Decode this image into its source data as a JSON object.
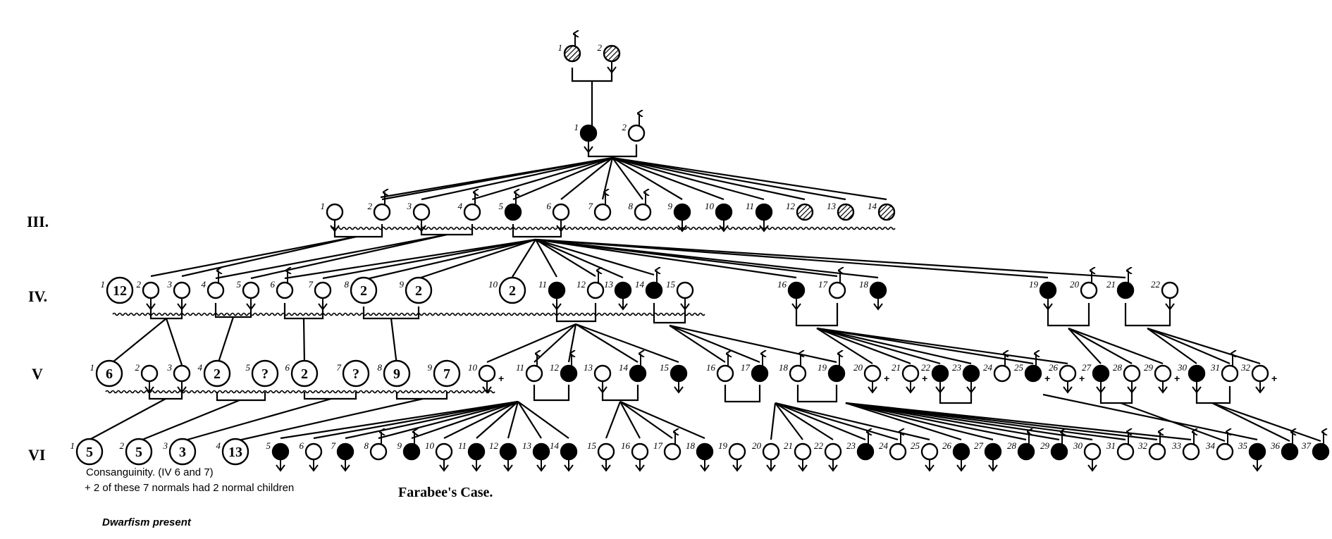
{
  "generation_labels": {
    "III": "III.",
    "IV": "IV.",
    "V": "V",
    "VI": "VI"
  },
  "legend": {
    "consanguinity": "Consanguinity. (IV 6 and 7)",
    "note": "+ 2 of these 7 normals had 2 normal children",
    "dwarfism": "Dwarfism present"
  },
  "caption": "Farabee's Case.",
  "colors": {
    "ink": "#000000",
    "paper": "#ffffff"
  },
  "generations": {
    "I": [
      {
        "n": "1",
        "sex": "male",
        "status": "hatched"
      },
      {
        "n": "2",
        "sex": "female",
        "status": "hatched"
      }
    ],
    "II": [
      {
        "n": "1",
        "sex": "female",
        "status": "affected"
      },
      {
        "n": "2",
        "sex": "male",
        "status": "normal"
      }
    ],
    "III": [
      {
        "n": "1",
        "sex": "female",
        "status": "normal"
      },
      {
        "n": "2",
        "sex": "male",
        "status": "normal"
      },
      {
        "n": "3",
        "sex": "female",
        "status": "normal"
      },
      {
        "n": "4",
        "sex": "male",
        "status": "normal"
      },
      {
        "n": "5",
        "sex": "male",
        "status": "affected"
      },
      {
        "n": "6",
        "sex": "female",
        "status": "normal"
      },
      {
        "n": "7",
        "sex": "male",
        "status": "normal"
      },
      {
        "n": "8",
        "sex": "male",
        "status": "normal"
      },
      {
        "n": "9",
        "sex": "female",
        "status": "affected"
      },
      {
        "n": "10",
        "sex": "female",
        "status": "affected"
      },
      {
        "n": "11",
        "sex": "female",
        "status": "affected"
      },
      {
        "n": "12",
        "sex": "unknown",
        "status": "hatched"
      },
      {
        "n": "13",
        "sex": "unknown",
        "status": "hatched"
      },
      {
        "n": "14",
        "sex": "unknown",
        "status": "hatched"
      }
    ],
    "IV": [
      {
        "n": "1",
        "sex": "group",
        "status": "group",
        "count": "12"
      },
      {
        "n": "2",
        "sex": "female",
        "status": "normal"
      },
      {
        "n": "3",
        "sex": "female",
        "status": "normal"
      },
      {
        "n": "4",
        "sex": "male",
        "status": "normal"
      },
      {
        "n": "5",
        "sex": "female",
        "status": "normal"
      },
      {
        "n": "6",
        "sex": "male",
        "status": "normal"
      },
      {
        "n": "7",
        "sex": "female",
        "status": "normal"
      },
      {
        "n": "8",
        "sex": "group",
        "status": "group",
        "count": "2"
      },
      {
        "n": "9",
        "sex": "group",
        "status": "group",
        "count": "2"
      },
      {
        "n": "10",
        "sex": "group",
        "status": "group",
        "count": "2"
      },
      {
        "n": "11",
        "sex": "female",
        "status": "affected"
      },
      {
        "n": "12",
        "sex": "male",
        "status": "normal"
      },
      {
        "n": "13",
        "sex": "female",
        "status": "affected"
      },
      {
        "n": "14",
        "sex": "male",
        "status": "affected"
      },
      {
        "n": "15",
        "sex": "female",
        "status": "normal"
      },
      {
        "n": "16",
        "sex": "female",
        "status": "affected"
      },
      {
        "n": "17",
        "sex": "male",
        "status": "normal"
      },
      {
        "n": "18",
        "sex": "female",
        "status": "affected"
      },
      {
        "n": "19",
        "sex": "female",
        "status": "affected"
      },
      {
        "n": "20",
        "sex": "male",
        "status": "normal"
      },
      {
        "n": "21",
        "sex": "male",
        "status": "affected"
      },
      {
        "n": "22",
        "sex": "female",
        "status": "normal"
      }
    ],
    "V": [
      {
        "n": "1",
        "sex": "group",
        "status": "group",
        "count": "6"
      },
      {
        "n": "2",
        "sex": "female",
        "status": "normal"
      },
      {
        "n": "3",
        "sex": "female",
        "status": "normal"
      },
      {
        "n": "4",
        "sex": "group",
        "status": "group",
        "count": "2"
      },
      {
        "n": "5",
        "sex": "group",
        "status": "group",
        "count": "?"
      },
      {
        "n": "6",
        "sex": "group",
        "status": "group",
        "count": "2"
      },
      {
        "n": "7",
        "sex": "group",
        "status": "group",
        "count": "?"
      },
      {
        "n": "8",
        "sex": "group",
        "status": "group",
        "count": "9"
      },
      {
        "n": "9",
        "sex": "group",
        "status": "group",
        "count": "7"
      },
      {
        "n": "10",
        "sex": "female",
        "status": "normal",
        "plus": "+"
      },
      {
        "n": "11",
        "sex": "male",
        "status": "normal"
      },
      {
        "n": "12",
        "sex": "male",
        "status": "affected"
      },
      {
        "n": "13",
        "sex": "female",
        "status": "normal"
      },
      {
        "n": "14",
        "sex": "male",
        "status": "affected"
      },
      {
        "n": "15",
        "sex": "female",
        "status": "affected"
      },
      {
        "n": "16",
        "sex": "male",
        "status": "normal"
      },
      {
        "n": "17",
        "sex": "male",
        "status": "affected"
      },
      {
        "n": "18",
        "sex": "male",
        "status": "normal"
      },
      {
        "n": "19",
        "sex": "male",
        "status": "affected"
      },
      {
        "n": "20",
        "sex": "female",
        "status": "normal",
        "plus": "+"
      },
      {
        "n": "21",
        "sex": "female",
        "status": "normal",
        "plus": "+"
      },
      {
        "n": "22",
        "sex": "female",
        "status": "affected"
      },
      {
        "n": "23",
        "sex": "female",
        "status": "affected"
      },
      {
        "n": "24",
        "sex": "male",
        "status": "normal"
      },
      {
        "n": "25",
        "sex": "male",
        "status": "affected",
        "plus": "+"
      },
      {
        "n": "26",
        "sex": "female",
        "status": "normal",
        "plus": "+"
      },
      {
        "n": "27",
        "sex": "female",
        "status": "affected"
      },
      {
        "n": "28",
        "sex": "female",
        "status": "normal"
      },
      {
        "n": "29",
        "sex": "female",
        "status": "normal",
        "plus": "+"
      },
      {
        "n": "30",
        "sex": "female",
        "status": "affected"
      },
      {
        "n": "31",
        "sex": "male",
        "status": "normal"
      },
      {
        "n": "32",
        "sex": "female",
        "status": "normal",
        "plus": "+"
      }
    ],
    "VI": [
      {
        "n": "1",
        "sex": "group",
        "status": "group",
        "count": "5"
      },
      {
        "n": "2",
        "sex": "group",
        "status": "group",
        "count": "5"
      },
      {
        "n": "3",
        "sex": "group",
        "status": "group",
        "count": "3"
      },
      {
        "n": "4",
        "sex": "group",
        "status": "group",
        "count": "13"
      },
      {
        "n": "5",
        "sex": "female",
        "status": "affected"
      },
      {
        "n": "6",
        "sex": "female",
        "status": "normal"
      },
      {
        "n": "7",
        "sex": "female",
        "status": "affected"
      },
      {
        "n": "8",
        "sex": "male",
        "status": "normal"
      },
      {
        "n": "9",
        "sex": "male",
        "status": "affected"
      },
      {
        "n": "10",
        "sex": "female",
        "status": "normal"
      },
      {
        "n": "11",
        "sex": "female",
        "status": "affected"
      },
      {
        "n": "12",
        "sex": "female",
        "status": "affected"
      },
      {
        "n": "13",
        "sex": "female",
        "status": "affected"
      },
      {
        "n": "14",
        "sex": "female",
        "status": "affected"
      },
      {
        "n": "15",
        "sex": "female",
        "status": "normal"
      },
      {
        "n": "16",
        "sex": "female",
        "status": "normal"
      },
      {
        "n": "17",
        "sex": "male",
        "status": "normal"
      },
      {
        "n": "18",
        "sex": "female",
        "status": "affected"
      },
      {
        "n": "19",
        "sex": "female",
        "status": "normal"
      },
      {
        "n": "20",
        "sex": "female",
        "status": "normal"
      },
      {
        "n": "21",
        "sex": "female",
        "status": "normal"
      },
      {
        "n": "22",
        "sex": "female",
        "status": "normal"
      },
      {
        "n": "23",
        "sex": "male",
        "status": "affected"
      },
      {
        "n": "24",
        "sex": "male",
        "status": "normal"
      },
      {
        "n": "25",
        "sex": "female",
        "status": "normal"
      },
      {
        "n": "26",
        "sex": "female",
        "status": "affected"
      },
      {
        "n": "27",
        "sex": "female",
        "status": "affected"
      },
      {
        "n": "28",
        "sex": "male",
        "status": "affected"
      },
      {
        "n": "29",
        "sex": "male",
        "status": "affected"
      },
      {
        "n": "30",
        "sex": "female",
        "status": "normal"
      },
      {
        "n": "31",
        "sex": "male",
        "status": "normal"
      },
      {
        "n": "32",
        "sex": "male",
        "status": "normal"
      },
      {
        "n": "33",
        "sex": "male",
        "status": "normal"
      },
      {
        "n": "34",
        "sex": "male",
        "status": "normal"
      },
      {
        "n": "35",
        "sex": "female",
        "status": "affected"
      },
      {
        "n": "36",
        "sex": "male",
        "status": "affected"
      },
      {
        "n": "37",
        "sex": "male",
        "status": "affected"
      }
    ]
  }
}
